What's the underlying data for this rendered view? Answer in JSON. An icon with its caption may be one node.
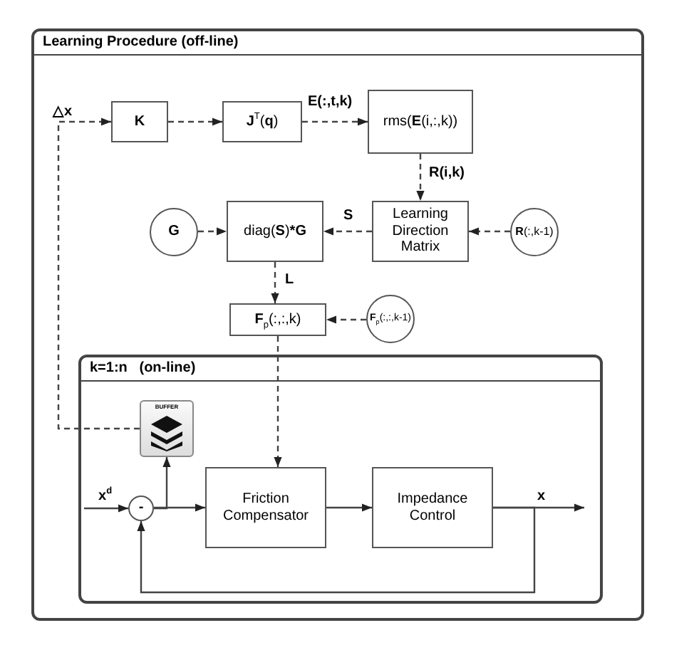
{
  "diagram": {
    "nodes": [
      {
        "text": [
          "Learning Procedure (off-line)"
        ]
      },
      {
        "text": [
          "K"
        ],
        "in": 0
      },
      {
        "text": [
          "**J**$^{T}$(**q**)"
        ],
        "in": 0
      },
      {
        "text": [
          "rms(**E**(i,:,k))"
        ],
        "in": 0
      },
      {
        "text": [
          "Learning Direction Matrix"
        ],
        "in": 0
      },
      {
        "text": [
          "G"
        ],
        "in": 0
      },
      {
        "text": [
          "diag(**S**)***G**"
        ],
        "in": 0
      },
      {
        "text": [
          "**R**(:,k-1)"
        ],
        "in": 0
      },
      {
        "text": [
          "**F**$_{p}$(:,:,k)"
        ],
        "in": 0
      },
      {
        "text": [
          "**F**$_{p}$(:,:,k-1)"
        ],
        "in": 0
      },
      {
        "text": [
          "k=1:n   (on-line)"
        ],
        "in": 0
      },
      {
        "text": [
          "BUFFER"
        ],
        "in": 10
      },
      {
        "text": [
          "-"
        ],
        "in": 10
      },
      {
        "text": [
          "Friction Compensator"
        ],
        "in": 10
      },
      {
        "text": [
          "Impedance Control"
        ],
        "in": 10
      }
    ],
    "edges": [
      {
        "from": 11,
        "to": 1,
        "arrow": "to",
        "label": "△**x**",
        "style": "dashed"
      },
      {
        "from": 1,
        "to": 2,
        "arrow": "to",
        "style": "dashed"
      },
      {
        "from": 2,
        "to": 3,
        "arrow": "to",
        "label": "E(:,t,k)",
        "style": "dashed"
      },
      {
        "from": 3,
        "to": 4,
        "arrow": "to",
        "label": "R(i,k)",
        "style": "dashed"
      },
      {
        "from": 4,
        "to": 6,
        "arrow": "to",
        "label": "S",
        "style": "dashed"
      },
      {
        "from": 7,
        "to": 4,
        "arrow": "to",
        "style": "dashed"
      },
      {
        "from": 5,
        "to": 6,
        "arrow": "to",
        "style": "dashed"
      },
      {
        "from": 6,
        "to": 8,
        "arrow": "to",
        "label": "L",
        "style": "dashed"
      },
      {
        "from": 9,
        "to": 8,
        "arrow": "to",
        "style": "dashed"
      },
      {
        "from": 8,
        "to": 13,
        "arrow": "to",
        "style": "dashed"
      },
      {
        "from": null,
        "to": 12,
        "arrow": "to",
        "label": "**x**$^{d}$"
      },
      {
        "from": 12,
        "to": 13,
        "arrow": "to"
      },
      {
        "from": 12,
        "to": 11,
        "arrow": "to"
      },
      {
        "from": 13,
        "to": 14,
        "arrow": "to"
      },
      {
        "from": 14,
        "to": null,
        "arrow": "to",
        "label": "x"
      },
      {
        "from": 14,
        "to": 12,
        "arrow": "to"
      }
    ]
  }
}
